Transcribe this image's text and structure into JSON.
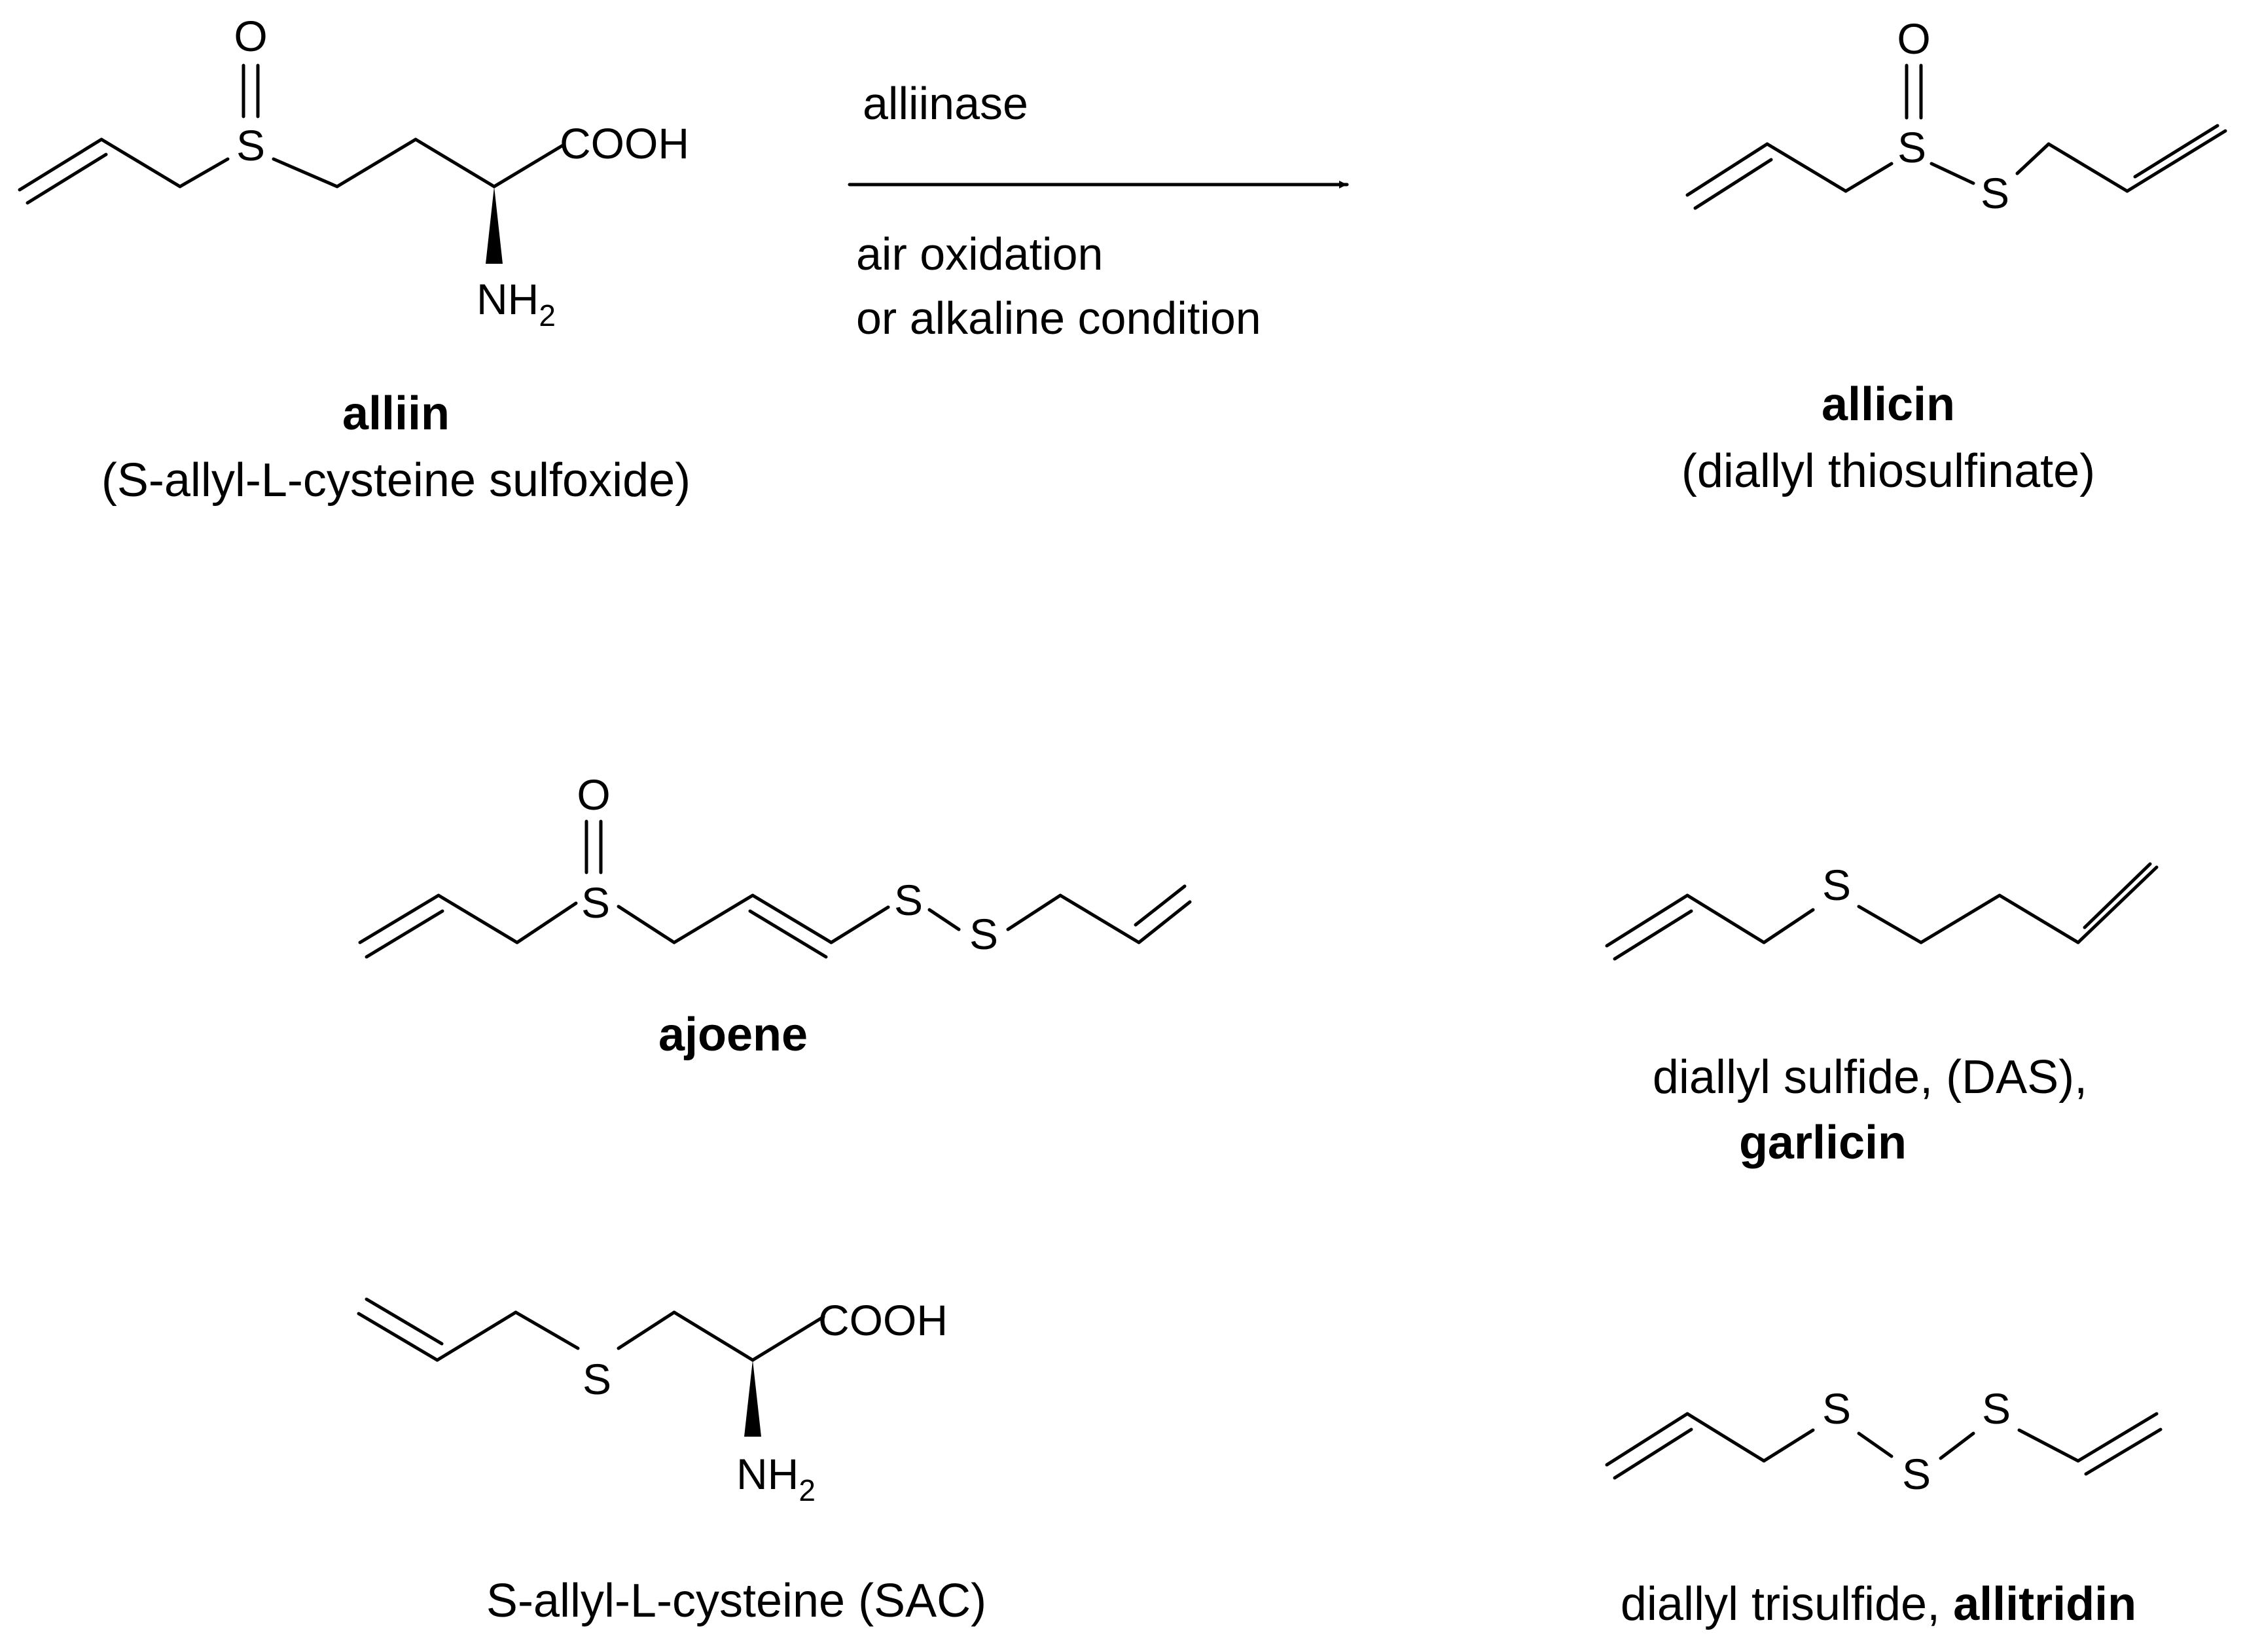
{
  "reaction": {
    "condition_above": "alliinase",
    "condition_below_1": "air oxidation",
    "condition_below_2": "or alkaline condition"
  },
  "atoms": {
    "O": "O",
    "S": "S",
    "COOH": "COOH",
    "NH": "NH",
    "sub2": "2"
  },
  "compounds": {
    "alliin": {
      "name": "alliin",
      "subtitle": "(S-allyl-L-cysteine sulfoxide)"
    },
    "allicin": {
      "name": "allicin",
      "subtitle": "(diallyl thiosulfinate)"
    },
    "ajoene": {
      "name": "ajoene"
    },
    "das": {
      "line1": "diallyl sulfide, (DAS),",
      "line2": "garlicin"
    },
    "sac": {
      "name": "S-allyl-L-cysteine (SAC)"
    },
    "dats": {
      "prefix": "diallyl trisulfide, ",
      "name": "allitridin"
    }
  }
}
